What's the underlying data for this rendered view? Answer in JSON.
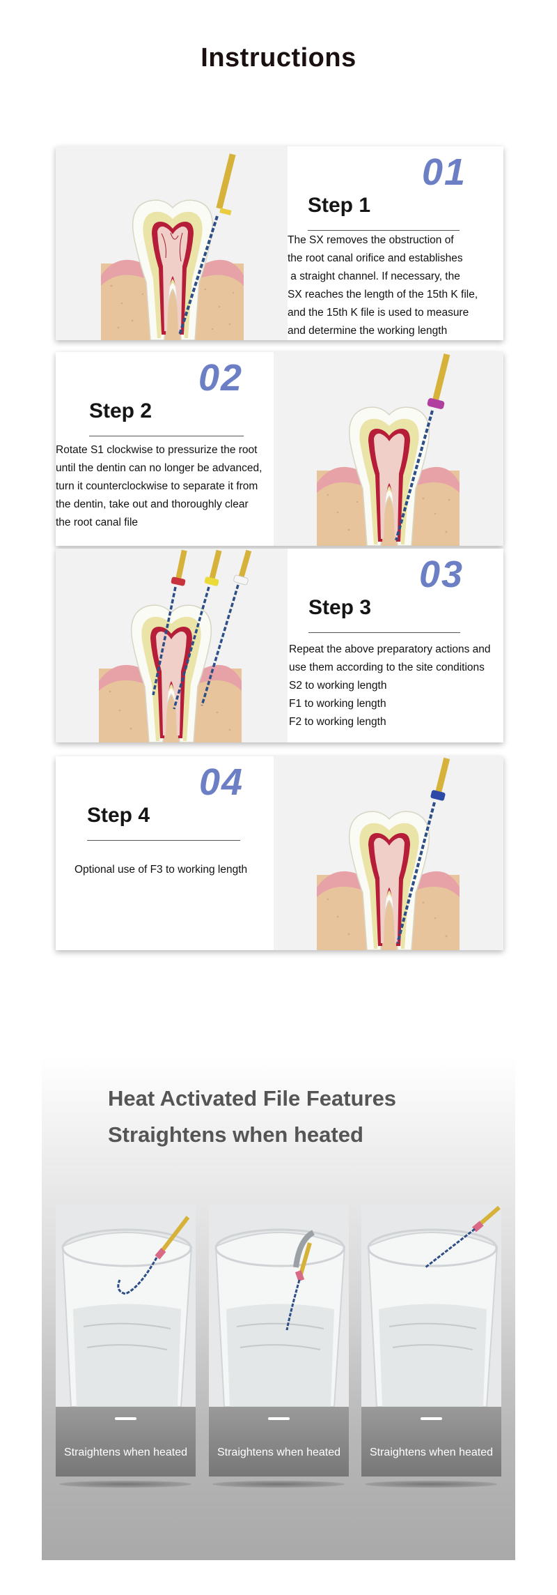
{
  "page": {
    "title": "Instructions"
  },
  "steps": [
    {
      "number": "01",
      "title": "Step 1",
      "lines": [
        "The SX removes the obstruction of",
        "the root canal orifice and establishes",
        " a straight channel. If necessary, the",
        "SX reaches the length of the 15th K file,",
        "and the 15th K file is used to measure",
        "and determine the working length"
      ]
    },
    {
      "number": "02",
      "title": "Step 2",
      "lines": [
        "Rotate S1 clockwise to pressurize the root",
        "until the dentin can no longer be advanced,",
        "turn it counterclockwise to separate it from",
        "the dentin, take out and thoroughly clear",
        "the root canal file"
      ]
    },
    {
      "number": "03",
      "title": "Step 3",
      "lines": [
        "Repeat the above preparatory actions and",
        "use them according to the site conditions",
        "S2 to working length",
        "F1 to working length",
        "F2 to working length"
      ]
    },
    {
      "number": "04",
      "title": "Step 4",
      "lines": [
        "Optional use of F3 to working length"
      ]
    }
  ],
  "heat": {
    "title_line1": "Heat Activated File Features",
    "title_line2": "Straightens when heated",
    "photos": [
      {
        "caption": "Straightens when heated"
      },
      {
        "caption": "Straightens when heated"
      },
      {
        "caption": "Straightens when heated"
      }
    ]
  },
  "colors": {
    "step_number": "#6d7fc4",
    "gum": "#e7a2a7",
    "bone": "#e8c49c",
    "tooth": "#fbfbf6",
    "pulp": "#b51d38",
    "file_blue": "#2d4f86"
  },
  "icons": [
    "tooth-illustration",
    "endo-file-icon",
    "water-cup-photo"
  ]
}
